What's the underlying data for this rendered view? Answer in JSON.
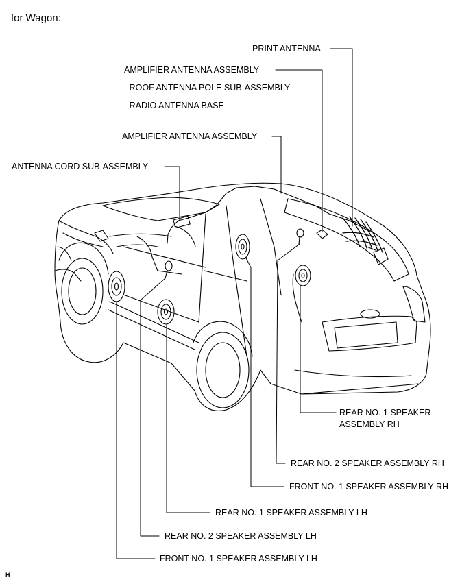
{
  "header": {
    "title": "for Wagon:"
  },
  "labels": {
    "print_antenna": "PRINT ANTENNA",
    "amp_antenna_1": "AMPLIFIER ANTENNA ASSEMBLY",
    "roof_pole": "- ROOF ANTENNA POLE SUB-ASSEMBLY",
    "radio_base": "- RADIO ANTENNA BASE",
    "amp_antenna_2": "AMPLIFIER ANTENNA ASSEMBLY",
    "antenna_cord": "ANTENNA CORD SUB-ASSEMBLY",
    "rear1_rh_line1": "REAR NO. 1 SPEAKER",
    "rear1_rh_line2": "ASSEMBLY RH",
    "rear2_rh": "REAR NO. 2 SPEAKER ASSEMBLY RH",
    "front1_rh": "FRONT NO. 1 SPEAKER ASSEMBLY RH",
    "rear1_lh": "REAR NO. 1 SPEAKER ASSEMBLY LH",
    "rear2_lh": "REAR NO. 2 SPEAKER ASSEMBLY LH",
    "front1_lh": "FRONT NO. 1 SPEAKER ASSEMBLY LH"
  },
  "footer": {
    "code": "H"
  }
}
